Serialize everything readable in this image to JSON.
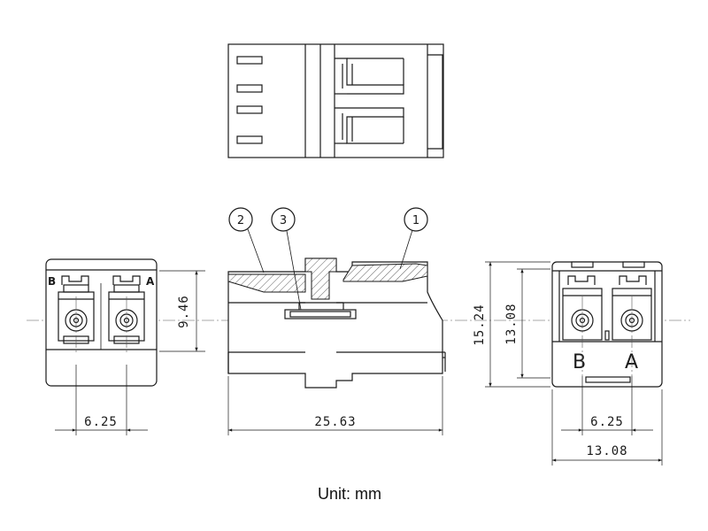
{
  "labels": {
    "port_b": "B",
    "port_a": "A",
    "callout_1": "1",
    "callout_2": "2",
    "callout_3": "3"
  },
  "dimensions": {
    "front_pitch": "6.25",
    "front_height": "9.46",
    "side_length": "25.63",
    "rear_height_outer": "15.24",
    "rear_height_inner": "13.08",
    "rear_pitch": "6.25",
    "rear_width": "13.08"
  },
  "caption": "Unit: mm"
}
